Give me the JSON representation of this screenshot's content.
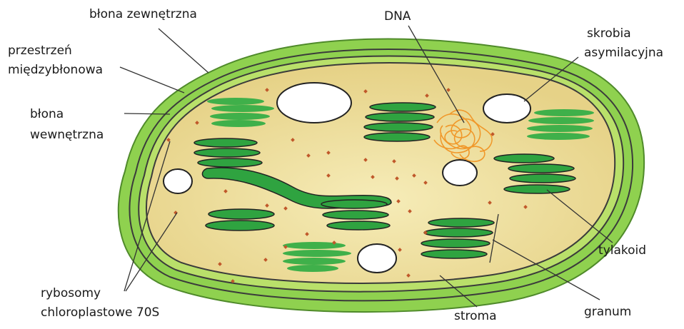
{
  "labels": {
    "outer_membrane": "błona zewnętrzna",
    "intermembrane_line1": "przestrzeń",
    "intermembrane_line2": "międzybłonowa",
    "inner_membrane_line1": "błona",
    "inner_membrane_line2": "wewnętrzna",
    "ribosomes_line1": "rybosomy",
    "ribosomes_line2": "chloroplastowe 70S",
    "dna": "DNA",
    "starch_line1": "skrobia",
    "starch_line2": "asymilacyjna",
    "thylakoid": "tylakoid",
    "granum": "granum",
    "stroma": "stroma"
  },
  "colors": {
    "outer_membrane": "#8fd14f",
    "outer_edge": "#4f8a2a",
    "inner_membrane": "#b9e06a",
    "stroma": "#e6d287",
    "stroma_light": "#f6ecb8",
    "thylakoid_fill": "#2fa340",
    "thylakoid_stripe": "#3fb04a",
    "gap": "#9a9a9a",
    "ribosome": "#c0582a",
    "dna": "#f0982a",
    "leader_line": "#333333"
  }
}
